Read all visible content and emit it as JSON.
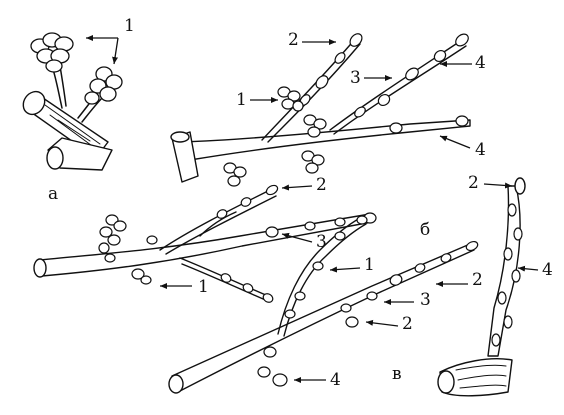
{
  "labels": {
    "a_1": "1",
    "b_2a": "2",
    "b_4a": "4",
    "b_3": "3",
    "b_1": "1",
    "b_4b": "4",
    "c_2": "2",
    "c_3": "3",
    "c_1": "1",
    "d_1": "1",
    "d_2a": "2",
    "d_3": "3",
    "d_2b": "2",
    "d_4": "4",
    "e_2": "2",
    "e_4": "4"
  },
  "letters": {
    "a": "а",
    "b": "б",
    "v": "в"
  },
  "icons": {
    "arrowhead": "arrowhead-icon"
  }
}
